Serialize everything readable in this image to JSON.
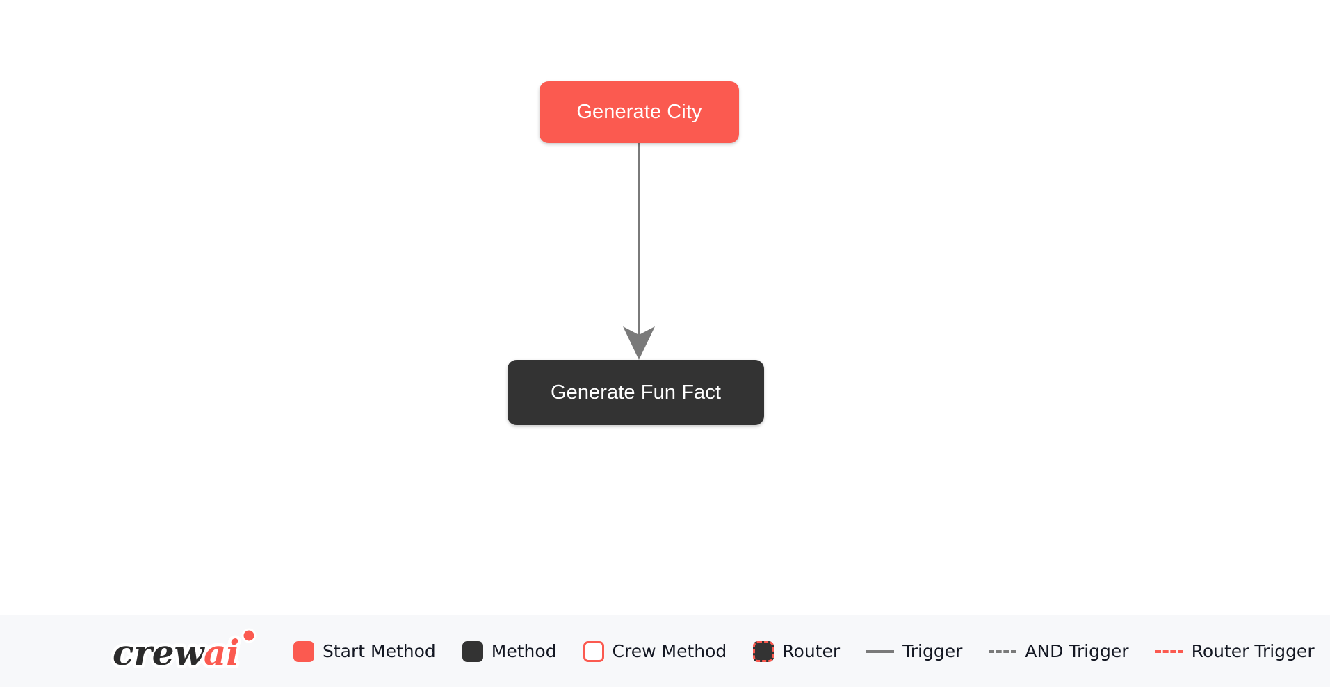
{
  "canvas": {
    "background_color": "#ffffff",
    "nodes": [
      {
        "id": "generate-city",
        "label": "Generate City",
        "type": "start-method",
        "color": "#FB5A50",
        "text_color": "#ffffff"
      },
      {
        "id": "generate-fun-fact",
        "label": "Generate Fun Fact",
        "type": "method",
        "color": "#333333",
        "text_color": "#ffffff"
      }
    ],
    "edges": [
      {
        "id": "edge-city-to-fun-fact",
        "from": "generate-city",
        "to": "generate-fun-fact",
        "type": "trigger",
        "style": "solid",
        "color": "#7A7A7A",
        "arrowhead": true
      }
    ]
  },
  "legend": {
    "background_color": "#F7F8FA",
    "logo": {
      "name": "crewai-logo",
      "text_dark": "crew",
      "text_accent": "ai",
      "accent_color": "#FB5A50",
      "dark_color": "#2B2B2B"
    },
    "items": [
      {
        "id": "start-method",
        "label": "Start Method",
        "marker": "swatch",
        "fill": "#FB5A50",
        "border": "none"
      },
      {
        "id": "method",
        "label": "Method",
        "marker": "swatch",
        "fill": "#333333",
        "border": "none"
      },
      {
        "id": "crew-method",
        "label": "Crew Method",
        "marker": "swatch",
        "fill": "#ffffff",
        "border": "solid #FB5A50"
      },
      {
        "id": "router",
        "label": "Router",
        "marker": "swatch",
        "fill": "#333333",
        "border": "dashed #FB5A50"
      },
      {
        "id": "trigger",
        "label": "Trigger",
        "marker": "line",
        "style": "solid",
        "color": "#7A7A7A"
      },
      {
        "id": "and-trigger",
        "label": "AND Trigger",
        "marker": "line",
        "style": "dashed",
        "color": "#7A7A7A"
      },
      {
        "id": "router-trigger",
        "label": "Router Trigger",
        "marker": "line",
        "style": "dashed",
        "color": "#FB5A50"
      }
    ]
  }
}
